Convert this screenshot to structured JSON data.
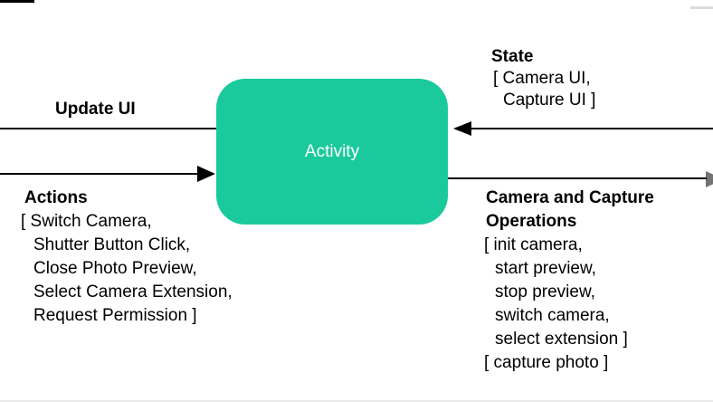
{
  "node": {
    "label": "Activity",
    "fill_color": "#1BCA9C",
    "text_color": "#FFFFFF"
  },
  "arrows": {
    "update_ui": {
      "label": "Update UI"
    },
    "actions": {
      "label": "Actions",
      "items": [
        "[ Switch Camera,",
        "Shutter Button Click,",
        "Close Photo Preview,",
        "Select Camera Extension,",
        "Request Permission ]"
      ]
    },
    "state": {
      "label": "State",
      "items": [
        "[ Camera UI,",
        "Capture UI ]"
      ]
    },
    "operations": {
      "title_line1": "Camera and Capture",
      "title_line2": "Operations",
      "items": [
        "[ init camera,",
        "start preview,",
        "stop preview,",
        "switch camera,",
        "select extension ]",
        "[ capture photo ]"
      ]
    }
  },
  "line_color": "#000000"
}
